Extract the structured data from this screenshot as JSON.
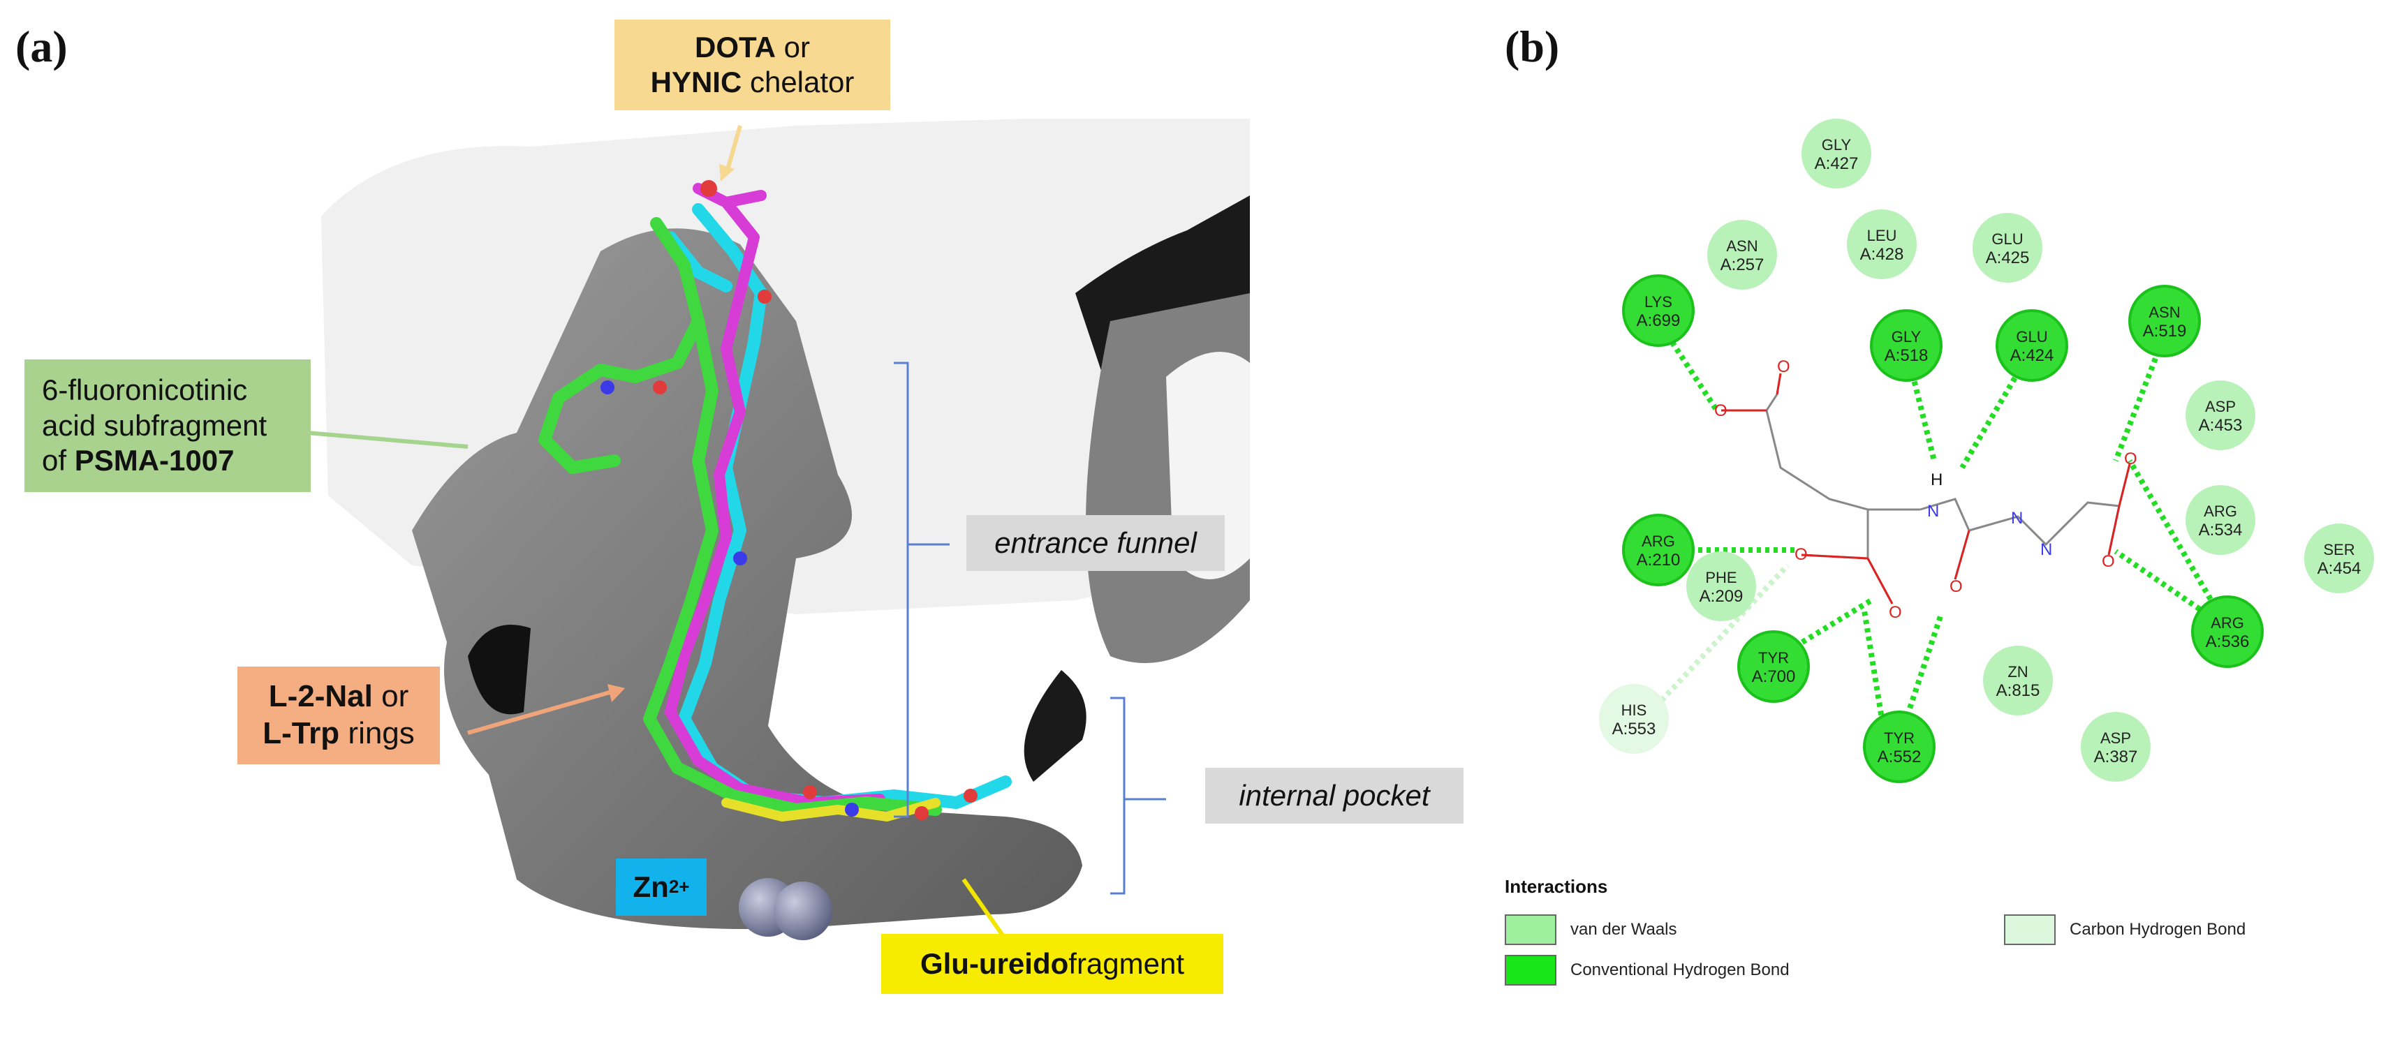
{
  "panel_a": {
    "letter": "(a)",
    "labels": {
      "chelator": {
        "bold1": "DOTA",
        "rest1": " or",
        "bold2": "HYNIC",
        "rest2": " chelator"
      },
      "fluoro": {
        "line1": "6-fluoronicotinic",
        "line2": "acid subfragment",
        "pre3": "of ",
        "bold3": "PSMA-1007"
      },
      "nal": {
        "bold1": "L-2-Nal",
        "rest1": " or",
        "bold2": "L-Trp",
        "rest2": " rings"
      },
      "zn": {
        "text": "Zn",
        "sup": "2+"
      },
      "glu": {
        "bold": "Glu-ureido",
        "rest": " fragment"
      },
      "entrance": "entrance funnel",
      "internal": "internal pocket"
    }
  },
  "panel_b": {
    "letter": "(b)",
    "residues": [
      {
        "id": "gly427",
        "name": "GLY",
        "num": "A:427",
        "type": "vdw"
      },
      {
        "id": "asn257",
        "name": "ASN",
        "num": "A:257",
        "type": "vdw"
      },
      {
        "id": "leu428",
        "name": "LEU",
        "num": "A:428",
        "type": "vdw"
      },
      {
        "id": "glu425",
        "name": "GLU",
        "num": "A:425",
        "type": "vdw"
      },
      {
        "id": "lys699",
        "name": "LYS",
        "num": "A:699",
        "type": "hbond"
      },
      {
        "id": "gly518",
        "name": "GLY",
        "num": "A:518",
        "type": "hbond"
      },
      {
        "id": "glu424",
        "name": "GLU",
        "num": "A:424",
        "type": "hbond"
      },
      {
        "id": "asn519",
        "name": "ASN",
        "num": "A:519",
        "type": "hbond"
      },
      {
        "id": "asp453",
        "name": "ASP",
        "num": "A:453",
        "type": "vdw"
      },
      {
        "id": "arg534",
        "name": "ARG",
        "num": "A:534",
        "type": "vdw"
      },
      {
        "id": "ser454",
        "name": "SER",
        "num": "A:454",
        "type": "vdw"
      },
      {
        "id": "arg210",
        "name": "ARG",
        "num": "A:210",
        "type": "hbond"
      },
      {
        "id": "phe209",
        "name": "PHE",
        "num": "A:209",
        "type": "vdw"
      },
      {
        "id": "arg536",
        "name": "ARG",
        "num": "A:536",
        "type": "hbond"
      },
      {
        "id": "tyr700",
        "name": "TYR",
        "num": "A:700",
        "type": "hbond"
      },
      {
        "id": "zn815",
        "name": "ZN",
        "num": "A:815",
        "type": "vdw"
      },
      {
        "id": "his553",
        "name": "HIS",
        "num": "A:553",
        "type": "chbond"
      },
      {
        "id": "asp387",
        "name": "ASP",
        "num": "A:387",
        "type": "vdw"
      },
      {
        "id": "tyr552",
        "name": "TYR",
        "num": "A:552",
        "type": "hbond"
      }
    ],
    "atoms": {
      "o": "O",
      "h": "H",
      "n": "N"
    },
    "legend": {
      "title": "Interactions",
      "items": [
        {
          "label": "van der Waals",
          "color": "#9ef09e"
        },
        {
          "label": "Carbon Hydrogen Bond",
          "color": "#dcf8dc"
        },
        {
          "label": "Conventional Hydrogen Bond",
          "color": "#19e619"
        }
      ]
    },
    "colors": {
      "vdw_fill": "#b9f2b9",
      "hbond_fill": "#33dd33",
      "chbond_fill": "#e3f9e3",
      "hbond_line": "#22dd22",
      "chbond_line": "#cdf3cd"
    }
  }
}
